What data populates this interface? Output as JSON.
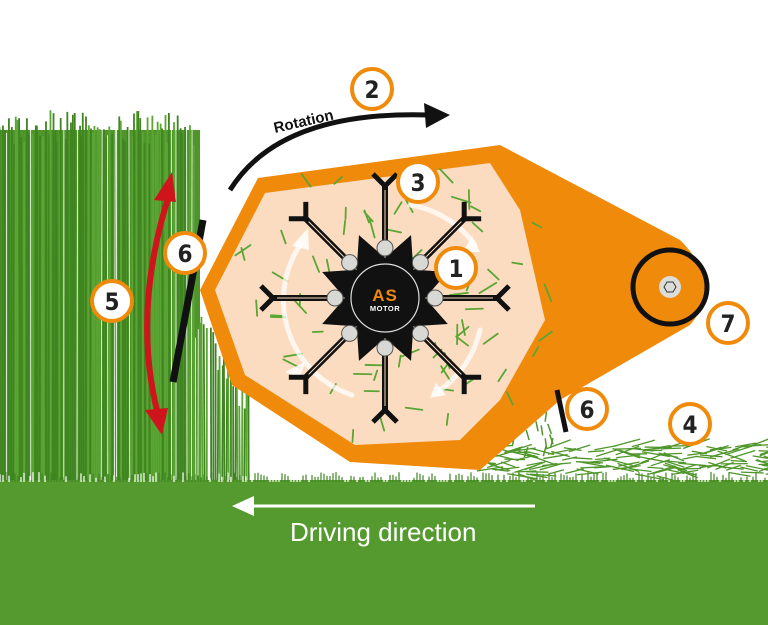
{
  "diagram": {
    "title": "AS-Motor mulching rotor working principle",
    "colors": {
      "orange": "#f08a0a",
      "housing_inner": "#fbdcc0",
      "grass": "#4f962a",
      "grass_dark": "#3f8420",
      "ground": "#559a2e",
      "rotor": "#111111",
      "arrow_red": "#d0141c",
      "white": "#ffffff"
    },
    "labels": {
      "rotation": "Rotation",
      "driving_direction": "Driving direction",
      "logo_top": "AS",
      "logo_bottom": "MOTOR"
    },
    "badges": [
      {
        "id": "1",
        "text": "1",
        "meaning": "rotor"
      },
      {
        "id": "2",
        "text": "2",
        "meaning": "rotation"
      },
      {
        "id": "3",
        "text": "3",
        "meaning": "blade"
      },
      {
        "id": "4",
        "text": "4",
        "meaning": "mulched grass"
      },
      {
        "id": "5",
        "text": "5",
        "meaning": "height adjustment"
      },
      {
        "id": "6a",
        "text": "6",
        "meaning": "front flap"
      },
      {
        "id": "6b",
        "text": "6",
        "meaning": "rear flap"
      },
      {
        "id": "7",
        "text": "7",
        "meaning": "roller axle"
      }
    ]
  }
}
